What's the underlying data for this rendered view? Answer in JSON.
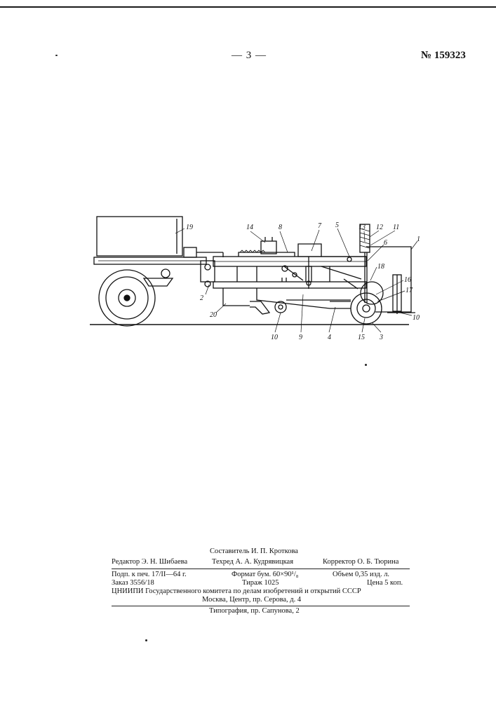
{
  "header": {
    "page_number": "— 3 —",
    "patent_number": "№ 159323"
  },
  "figure": {
    "labels": [
      "19",
      "14",
      "8",
      "7",
      "5",
      "13",
      "12",
      "11",
      "1",
      "6",
      "18",
      "16",
      "17",
      "2",
      "20",
      "10",
      "9",
      "4",
      "15",
      "3",
      "10"
    ]
  },
  "imprint": {
    "compiler": "Составитель И. П. Кроткова",
    "editor": "Редактор Э. Н. Шибаева",
    "techred": "Техред А. А. Кудрявицкая",
    "corrector": "Корректор О. Б. Тюрина",
    "signed": "Подп. к печ. 17/II—64 г.",
    "format": "Формат бум. 60×90¹/₈",
    "volume": "Объем 0,35 изд. л.",
    "order": "Заказ 3556/18",
    "circulation": "Тираж 1025",
    "price": "Цена 5 коп.",
    "publisher": "ЦНИИПИ Государственного комитета по делам изобретений и открытий СССР",
    "address": "Москва, Центр, пр. Серова, д. 4",
    "printer": "Типография, пр. Сапунова, 2"
  }
}
